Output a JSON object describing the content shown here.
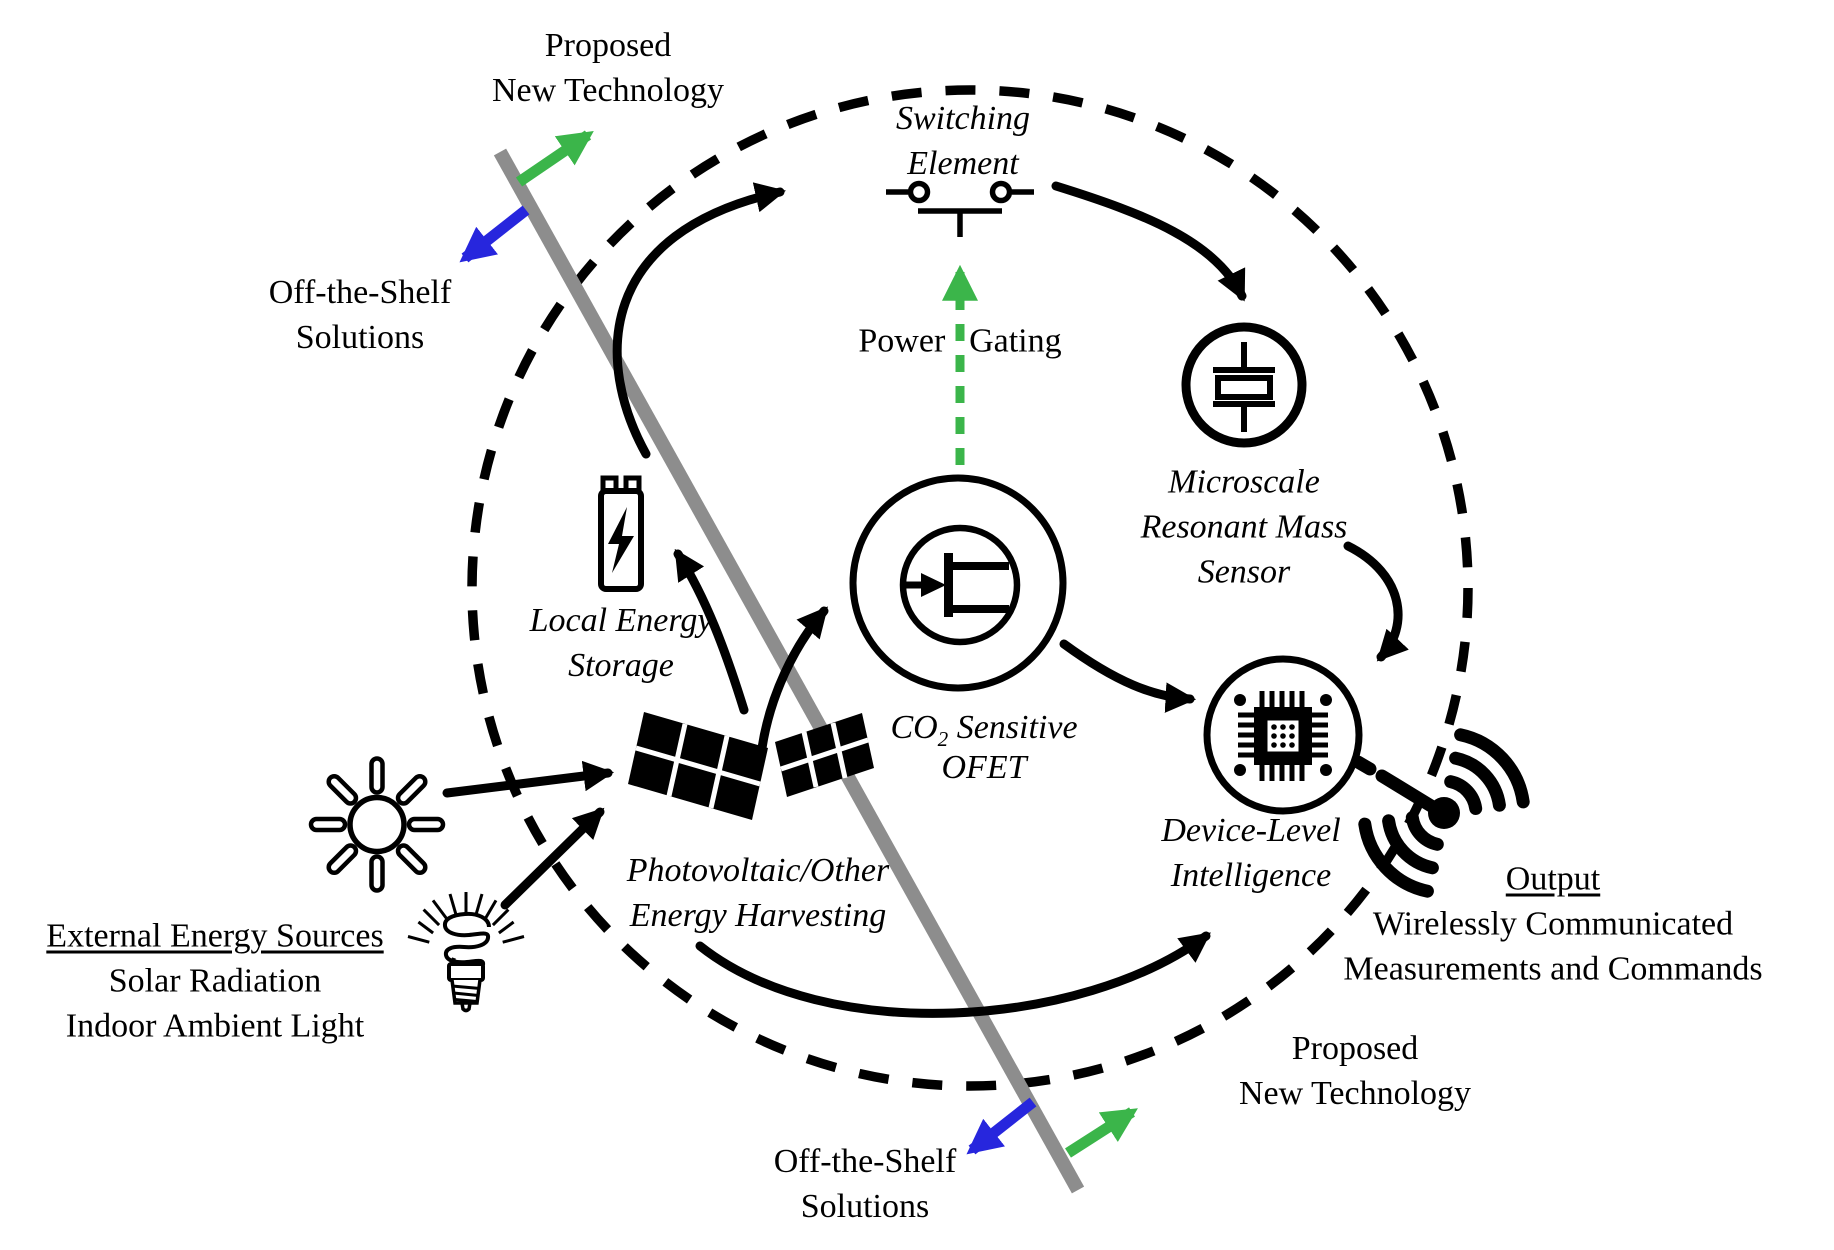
{
  "labels": {
    "proposed_top": {
      "line1": "Proposed",
      "line2": "New Technology"
    },
    "offshelf_top": {
      "line1": "Off-the-Shelf",
      "line2": "Solutions"
    },
    "switching_element": {
      "line1": "Switching",
      "line2": "Element"
    },
    "power_gating": "Power Gating",
    "mass_sensor": {
      "line1": "Microscale",
      "line2": "Resonant Mass",
      "line3": "Sensor"
    },
    "ofet": {
      "co": "CO",
      "sub": "2",
      "rest": " Sensitive",
      "line2": "OFET"
    },
    "device_intelligence": {
      "line1": "Device-Level",
      "line2": "Intelligence"
    },
    "output": {
      "title": "Output",
      "line2": "Wirelessly Communicated",
      "line3": "Measurements and Commands"
    },
    "local_storage": {
      "line1": "Local Energy",
      "line2": "Storage"
    },
    "energy_harvesting": {
      "line1": "Photovoltaic/Other",
      "line2": "Energy Harvesting"
    },
    "external_sources": {
      "title": "External Energy Sources",
      "line2": "Solar Radiation",
      "line3": "Indoor Ambient Light"
    },
    "offshelf_bottom": {
      "line1": "Off-the-Shelf",
      "line2": "Solutions"
    },
    "proposed_bottom": {
      "line1": "Proposed",
      "line2": "New Technology"
    }
  },
  "colors": {
    "ink": "#000000",
    "background": "#ffffff",
    "divider-gray": "#8d8d8d",
    "proposed-green": "#3bb54a",
    "offshelf-blue": "#2726dd",
    "power-gating-green": "#3bb54a"
  },
  "icons": [
    "sun-icon",
    "cfl-bulb-icon",
    "solar-panels-icon",
    "battery-icon",
    "switch-icon",
    "ofet-transistor-icon",
    "resonant-mass-sensor-icon",
    "microchip-icon",
    "wireless-antenna-icon"
  ]
}
